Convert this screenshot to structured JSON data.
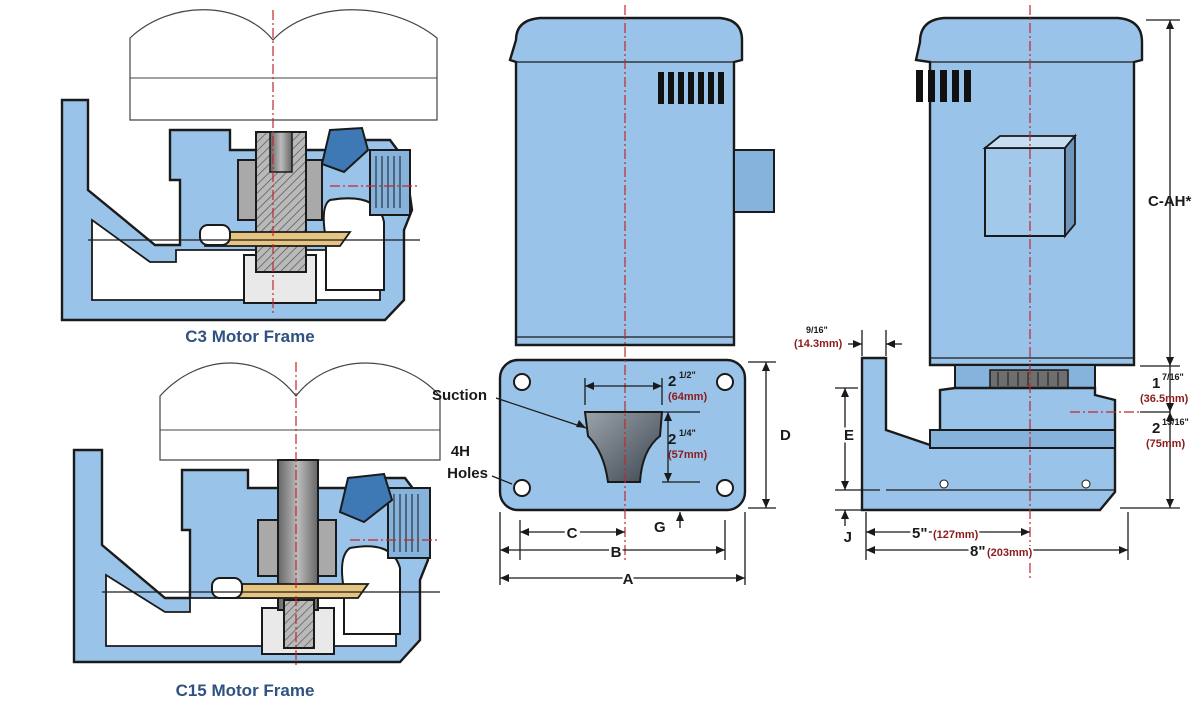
{
  "captions": {
    "c3": "C3 Motor Frame",
    "c15": "C15 Motor Frame"
  },
  "front_view": {
    "suction": "Suction",
    "holes_line1": "4H",
    "holes_line2": "Holes",
    "dim_a": "A",
    "dim_b": "B",
    "dim_c": "C",
    "dim_d": "D",
    "dim_g": "G",
    "inlet_w_whole": "2",
    "inlet_w_frac": "1/2\"",
    "inlet_w_mm": "(64mm)",
    "inlet_h_whole": "2",
    "inlet_h_frac": "1/4\"",
    "inlet_h_mm": "(57mm)"
  },
  "side_view": {
    "dim_c_ah": "C-AH*",
    "dim_e": "E",
    "dim_j": "J",
    "flange_frac": "9/16\"",
    "flange_mm": "(14.3mm)",
    "top_whole": "1",
    "top_frac": "7/16\"",
    "top_mm": "(36.5mm)",
    "mid_whole": "2",
    "mid_frac": "15/16\"",
    "mid_mm": "(75mm)",
    "len5_in": "5\"",
    "len5_mm": "(127mm)",
    "len8_in": "8\"",
    "len8_mm": "(203mm)"
  },
  "colors": {
    "pump_blue": "#99c3e8",
    "outline": "#1a1a1a",
    "centerline_red": "#c0272d",
    "metric_red": "#8b1c1c",
    "caption_blue": "#2f5280",
    "brass": "#e6c580"
  }
}
